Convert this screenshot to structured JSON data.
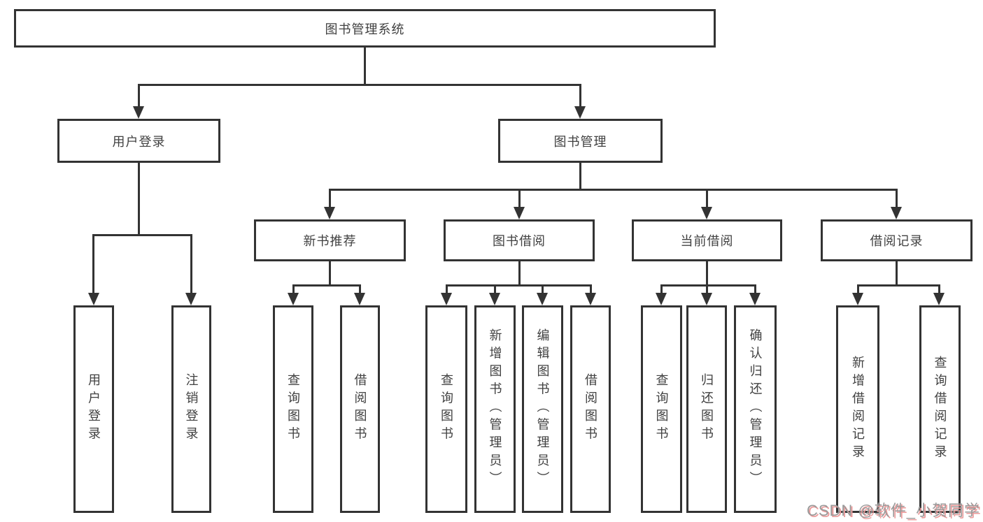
{
  "tree": {
    "root": {
      "label": "图书管理系统"
    },
    "user_login": {
      "label": "用户登录",
      "leaves": [
        {
          "label": "用户登录"
        },
        {
          "label": "注销登录"
        }
      ]
    },
    "book_management": {
      "label": "图书管理",
      "groups": [
        {
          "label": "新书推荐",
          "leaves": [
            {
              "label": "查询图书"
            },
            {
              "label": "借阅图书"
            }
          ]
        },
        {
          "label": "图书借阅",
          "leaves": [
            {
              "label": "查询图书"
            },
            {
              "label": "新增图书（管理员）"
            },
            {
              "label": "编辑图书（管理员）"
            },
            {
              "label": "借阅图书"
            }
          ]
        },
        {
          "label": "当前借阅",
          "leaves": [
            {
              "label": "查询图书"
            },
            {
              "label": "归还图书"
            },
            {
              "label": "确认归还（管理员）"
            }
          ]
        },
        {
          "label": "借阅记录",
          "leaves": [
            {
              "label": "新增借阅记录"
            },
            {
              "label": "查询借阅记录"
            }
          ]
        }
      ]
    }
  },
  "watermark": {
    "text": "CSDN @软件_小贺同学"
  },
  "colors": {
    "line": "#333333",
    "text": "#414141",
    "background": "#ffffff",
    "watermark": "#9a9a9a",
    "watermark_shadow": "#ec9b9b"
  }
}
